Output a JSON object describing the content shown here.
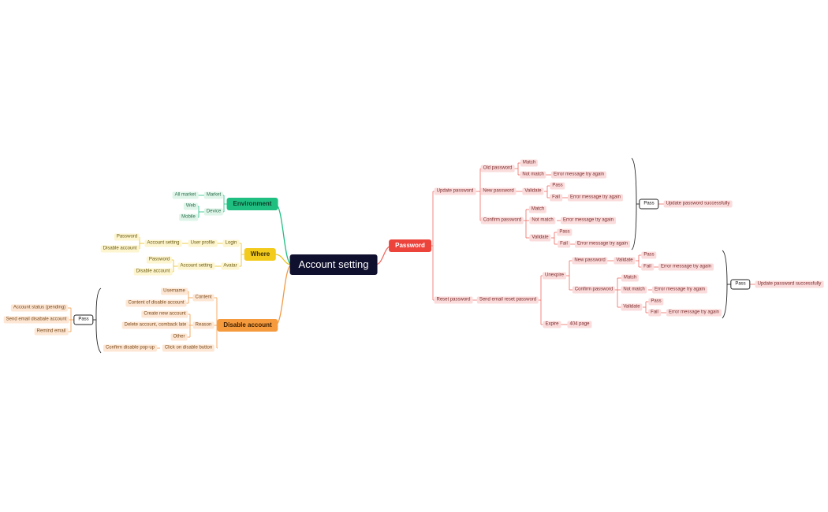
{
  "colors": {
    "root": "#0f0f2e",
    "environment": "#1fbf82",
    "where": "#f2cb1d",
    "disable": "#f59a3d",
    "password": "#ec433b",
    "line_env": "#1fbf82",
    "line_where": "#e9c21a",
    "line_dis": "#f29a45",
    "line_pw": "#ef6a62"
  },
  "root": {
    "label": "Account setting"
  },
  "environment": {
    "label": "Environment",
    "market": {
      "label": "Market",
      "child": "All market"
    },
    "device": {
      "label": "Device",
      "children": [
        "Web",
        "Mobile"
      ]
    }
  },
  "where": {
    "label": "Where",
    "login": {
      "label": "Login",
      "user_profile": "User profile",
      "account_setting": "Account setting",
      "children": [
        "Password",
        "Disable account"
      ]
    },
    "avatar": {
      "label": "Avatar",
      "account_setting": "Account setting",
      "children": [
        "Password",
        "Disable account"
      ]
    }
  },
  "disable": {
    "label": "Disable account",
    "content": {
      "label": "Content",
      "children": [
        "Username",
        "Content of disable account"
      ]
    },
    "reason": {
      "label": "Reason",
      "children": [
        "Create new account",
        "Delete account, comback late",
        "Other"
      ]
    },
    "click": {
      "label": "Click on disable button",
      "child": "Confirm disable pop-up"
    },
    "pass": "Pass",
    "results": [
      "Account status (pending)",
      "Send email disabale account",
      "Remind email"
    ]
  },
  "password": {
    "label": "Password",
    "update": {
      "label": "Update password",
      "old": {
        "label": "Old password",
        "match": "Match",
        "not_match": "Not match",
        "error": "Error message try again"
      },
      "new": {
        "label": "New password",
        "validate": "Validate",
        "pass": "Pass",
        "fail": "Fail",
        "error": "Error message try again"
      },
      "confirm": {
        "label": "Confirm password",
        "match": "Match",
        "not_match": "Not match",
        "error1": "Error message try again",
        "validate": "Validate",
        "pass": "Pass",
        "fail": "Fail",
        "error2": "Error message try again"
      },
      "pass": "Pass",
      "success": "Update password successfully"
    },
    "reset": {
      "label": "Reset password",
      "send": "Send email reset password",
      "unexpire": "Unexpire",
      "new": {
        "label": "New password",
        "validate": "Validate",
        "pass": "Pass",
        "fail": "Fail",
        "error": "Error message try again"
      },
      "confirm": {
        "label": "Confirm password",
        "match": "Match",
        "not_match": "Not match",
        "error1": "Error message try again",
        "validate": "Validate",
        "pass": "Pass",
        "fail": "Fail",
        "error2": "Error message try again"
      },
      "expire": "Expire",
      "page404": "404 page",
      "pass": "Pass",
      "success": "Update password successfully"
    }
  }
}
